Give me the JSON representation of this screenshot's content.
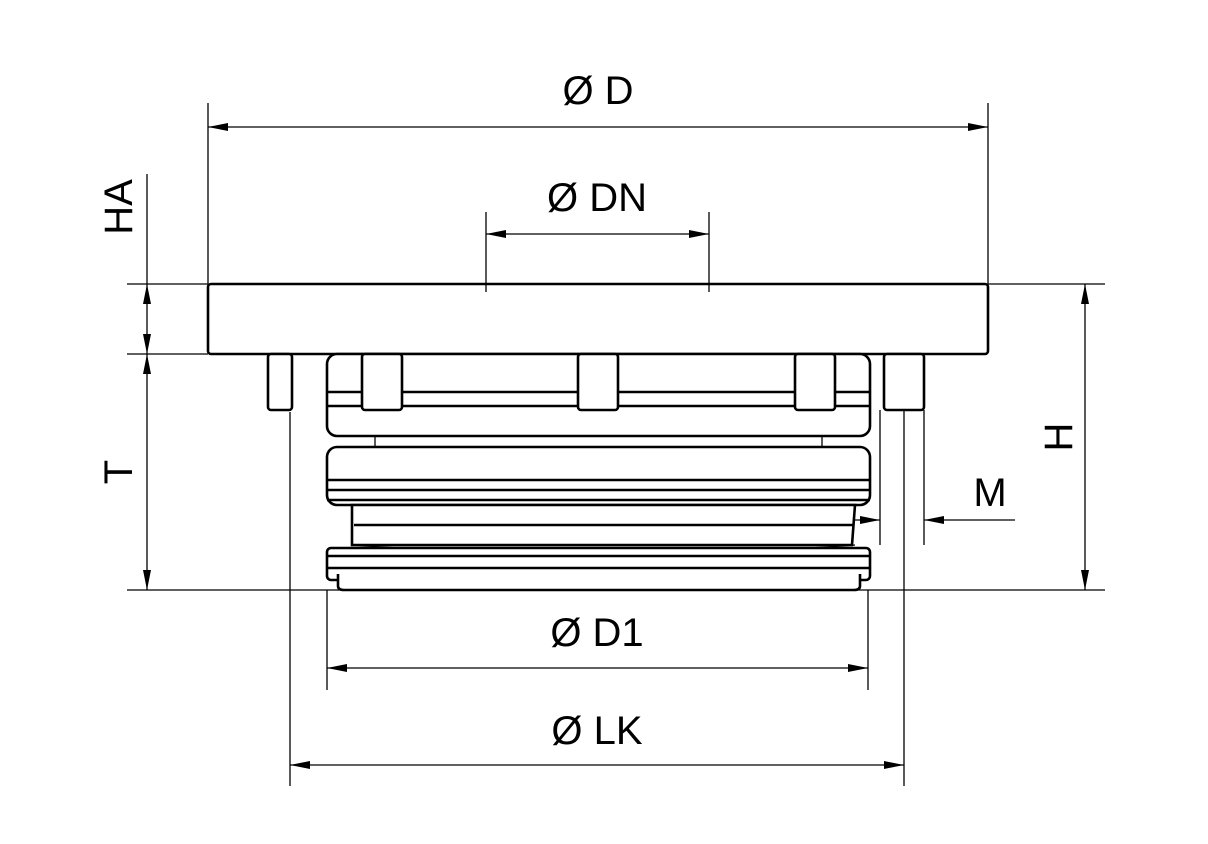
{
  "drawing": {
    "labels": {
      "outer_diameter": "Ø D",
      "nominal_diameter": "Ø DN",
      "flange_height": "HA",
      "thread_depth": "T",
      "total_height": "H",
      "thread": "M",
      "inner_diameter": "Ø D1",
      "bolt_circle": "Ø LK"
    }
  }
}
